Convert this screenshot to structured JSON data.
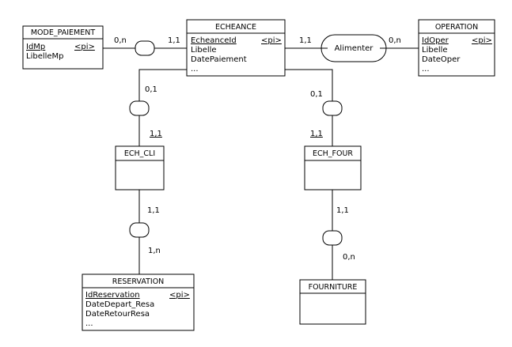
{
  "entities": {
    "mode_paiement": {
      "name": "MODE_PAIEMENT",
      "attrs": [
        {
          "text": "IdMp",
          "key": true,
          "tag": "<pi>"
        },
        {
          "text": "LibelleMp"
        }
      ]
    },
    "echeance": {
      "name": "ECHEANCE",
      "attrs": [
        {
          "text": "EcheanceId",
          "key": true,
          "tag": "<pi>"
        },
        {
          "text": "Libelle"
        },
        {
          "text": "DatePaiement"
        },
        {
          "text": "..."
        }
      ]
    },
    "operation": {
      "name": "OPERATION",
      "attrs": [
        {
          "text": "IdOper",
          "key": true,
          "tag": "<pi>"
        },
        {
          "text": "Libelle"
        },
        {
          "text": "DateOper"
        },
        {
          "text": "..."
        }
      ]
    },
    "ech_cli": {
      "name": "ECH_CLI",
      "attrs": []
    },
    "ech_four": {
      "name": "ECH_FOUR",
      "attrs": []
    },
    "reservation": {
      "name": "RESERVATION",
      "attrs": [
        {
          "text": "IdReservation",
          "key": true,
          "tag": "<pi>"
        },
        {
          "text": "DateDepart_Resa"
        },
        {
          "text": "DateRetourResa"
        },
        {
          "text": "..."
        }
      ]
    },
    "fourniture": {
      "name": "FOURNITURE",
      "attrs": []
    }
  },
  "associations": {
    "mp_ech": {
      "label": ""
    },
    "alimenter": {
      "label": "Alimenter"
    },
    "ech_cli": {
      "label": ""
    },
    "ech_four": {
      "label": ""
    },
    "cli_resa": {
      "label": ""
    },
    "four_fourn": {
      "label": ""
    }
  },
  "cardinalities": {
    "mp_left": "0,n",
    "mp_right": "1,1",
    "alim_left": "1,1",
    "alim_right": "0,n",
    "cli_top": "0,1",
    "cli_bottom": "1,1",
    "four_top": "0,1",
    "four_bottom": "1,1",
    "resa_top": "1,1",
    "resa_bottom": "1,n",
    "fourn_top": "1,1",
    "fourn_bottom": "0,n"
  }
}
